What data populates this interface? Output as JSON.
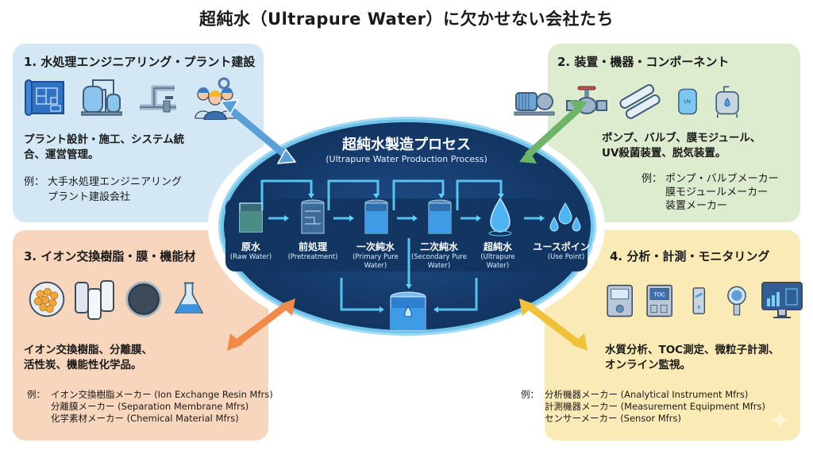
{
  "title": "超純水（Ultrapure Water）に欠かせない会社たち",
  "center": {
    "title": "超純水製造プロセス",
    "subtitle": "(Ultrapure Water Production Process)",
    "steps": [
      {
        "jp": "原水",
        "en": "(Raw Water)",
        "icon": "beaker-icon"
      },
      {
        "jp": "前処理",
        "en": "(Pretreatment)",
        "icon": "filter-tank-icon"
      },
      {
        "jp": "一次純水",
        "en": "(Primary Pure Water)",
        "icon": "tank-icon"
      },
      {
        "jp": "二次純水",
        "en": "(Secondary Pure Water)",
        "icon": "tank-icon"
      },
      {
        "jp": "超純水",
        "en": "(Ultrapure Water)",
        "icon": "water-drop-icon"
      },
      {
        "jp": "ユースポイント",
        "en": "(Use Point)",
        "icon": "water-drops-icon"
      }
    ],
    "storage_icon": "storage-tank-drop-icon"
  },
  "panels": [
    {
      "title": "1. 水処理エンジニアリング・プラント建設",
      "icons": [
        "blueprint-icon",
        "plant-tanks-icon",
        "piping-icon",
        "engineers-icon"
      ],
      "description": [
        "プラント設計・施工、システム統",
        "合、運営管理。"
      ],
      "examples_label": "例：",
      "examples": [
        "大手水処理エンジニアリング",
        "プラント建設会社"
      ],
      "color": "#d3e8f4",
      "arrow_color": "#5a9fd6"
    },
    {
      "title": "2. 装置・機器・コンポーネント",
      "icons": [
        "pump-icon",
        "valve-icon",
        "membrane-module-icon",
        "uv-sterilizer-icon",
        "degasser-tank-icon"
      ],
      "description": [
        "ポンプ、バルブ、膜モジュール、",
        "UV殺菌装置、脱気装置。"
      ],
      "examples_label": "例：",
      "examples": [
        "ポンプ・バルブメーカー",
        "膜モジュールメーカー",
        "装置メーカー"
      ],
      "color": "#ddebcf",
      "arrow_color": "#6db36a"
    },
    {
      "title": "3. イオン交換樹脂・膜・機能材",
      "icons": [
        "ion-exchange-resin-icon",
        "membrane-cartridges-icon",
        "activated-carbon-icon",
        "flask-icon"
      ],
      "description": [
        "イオン交換樹脂、分離膜、",
        "活性炭、機能性化学品。"
      ],
      "examples_label": "例：",
      "examples": [
        "イオン交換樹脂メーカー (Ion Exchange Resin Mfrs)",
        "分離膜メーカー (Separation Membrane Mfrs)",
        "化学素材メーカー (Chemical Material Mfrs)"
      ],
      "color": "#f8d6bd",
      "arrow_color": "#f08a4b"
    },
    {
      "title": "4. 分析・計測・モニタリング",
      "icons": [
        "water-analyzer-icon",
        "toc-meter-icon",
        "particle-sensor-icon",
        "probe-sensor-icon",
        "monitor-chart-icon"
      ],
      "icon_text": {
        "toc": "TOC",
        "uv": "UV"
      },
      "description": [
        "水質分析、TOC測定、微粒子計測、",
        "オンライン監視。"
      ],
      "examples_label": "例：",
      "examples": [
        "分析機器メーカー (Analytical Instrument Mfrs)",
        "計測機器メーカー (Measurement Equipment Mfrs)",
        "センサーメーカー (Sensor Mfrs)"
      ],
      "color": "#faeab6",
      "arrow_color": "#f2c13a"
    }
  ]
}
